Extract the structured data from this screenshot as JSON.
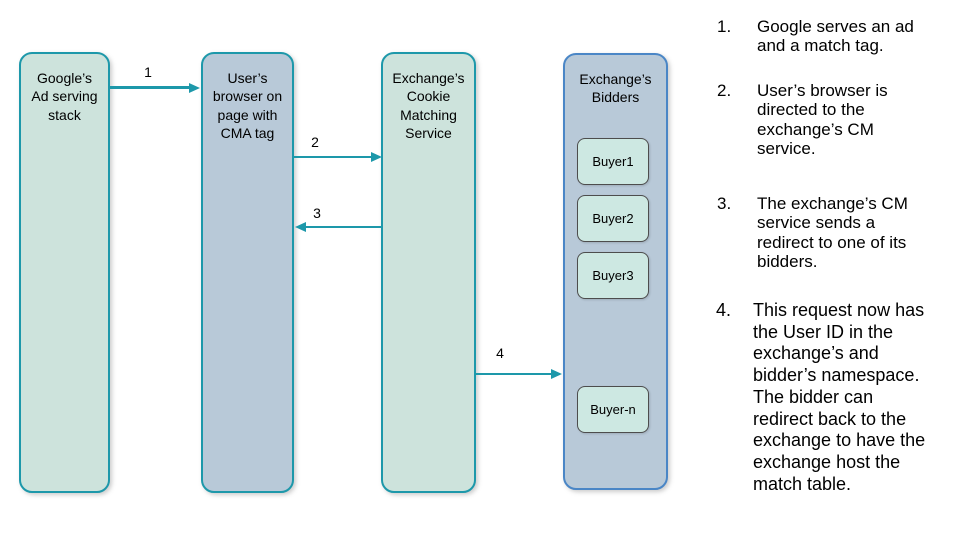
{
  "colors": {
    "teal": "#1d98aa",
    "green-fill": "#cde3dc",
    "blue-fill": "#b8c9d8",
    "bidders-border": "#4a86c6",
    "buyer-fill": "#cde8e2",
    "buyer-border": "#4d4d4d"
  },
  "nodes": {
    "google": {
      "label": "Google’s\nAd serving\nstack"
    },
    "browser": {
      "label": "User’s\nbrowser on\npage with\nCMA tag"
    },
    "cm_service": {
      "label": "Exchange’s\nCookie\nMatching\nService"
    },
    "bidders": {
      "label": "Exchange’s\nBidders",
      "buyers": [
        "Buyer1",
        "Buyer2",
        "Buyer3",
        "Buyer-n"
      ]
    }
  },
  "arrows": [
    {
      "label": "1"
    },
    {
      "label": "2"
    },
    {
      "label": "3"
    },
    {
      "label": "4"
    }
  ],
  "steps": [
    {
      "number": "1.",
      "text": "Google serves an ad\nand a match tag."
    },
    {
      "number": "2.",
      "text": "User’s browser is\ndirected to the\nexchange’s CM\nservice."
    },
    {
      "number": "3.",
      "text": "The exchange’s CM\nservice sends a\nredirect to one of its\nbidders."
    },
    {
      "number": "4.",
      "text": "This request now has\nthe User ID in the\nexchange’s and\nbidder’s namespace.\nThe bidder can\nredirect back to the\nexchange to have the\nexchange host the\nmatch table."
    }
  ]
}
